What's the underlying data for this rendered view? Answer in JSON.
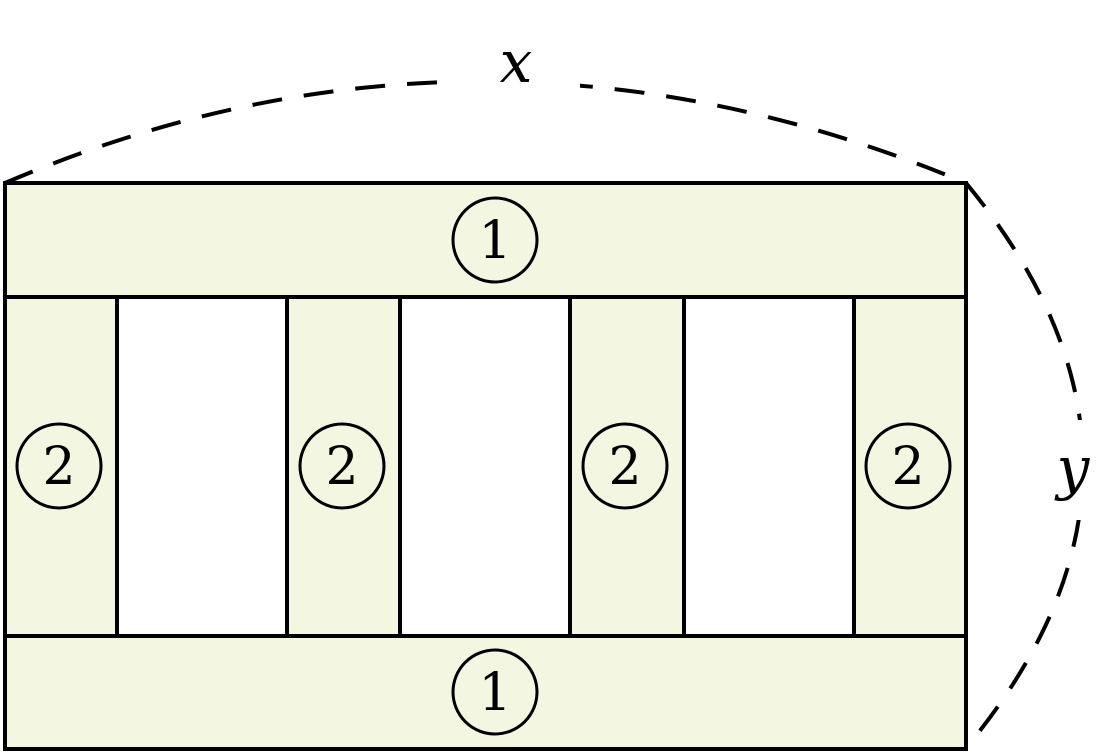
{
  "dimensions": {
    "width_label": "x",
    "height_label": "y"
  },
  "top_board": {
    "marker": "1"
  },
  "bottom_board": {
    "marker": "1"
  },
  "vertical_boards": [
    {
      "marker": "2"
    },
    {
      "marker": "2"
    },
    {
      "marker": "2"
    },
    {
      "marker": "2"
    }
  ],
  "colors": {
    "board_fill": "#f3f6e1",
    "outline": "#000000",
    "background": "#ffffff"
  }
}
